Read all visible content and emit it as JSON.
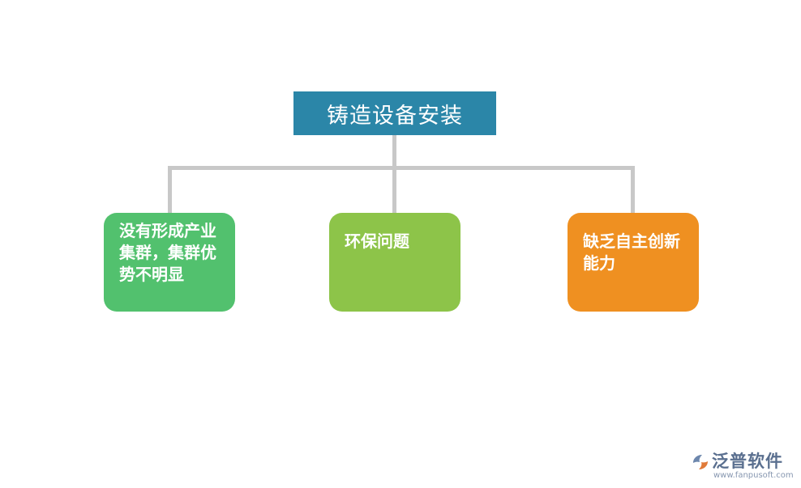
{
  "diagram": {
    "root": {
      "label": "铸造设备安装"
    },
    "children": [
      {
        "label": "没有形成产业集群，集群优势不明显"
      },
      {
        "label": "环保问题"
      },
      {
        "label": "缺乏自主创新能力"
      }
    ]
  },
  "colors": {
    "root": "#2b86a8",
    "connector": "#c8c8c8",
    "child_1": "#52c16e",
    "child_2": "#8dc449",
    "child_3": "#ef9021",
    "logo": "#5a6f8f"
  },
  "watermark": {
    "name": "泛普软件",
    "url": "www.fanpusoft.com",
    "icon": "fanpu-logo-icon"
  }
}
